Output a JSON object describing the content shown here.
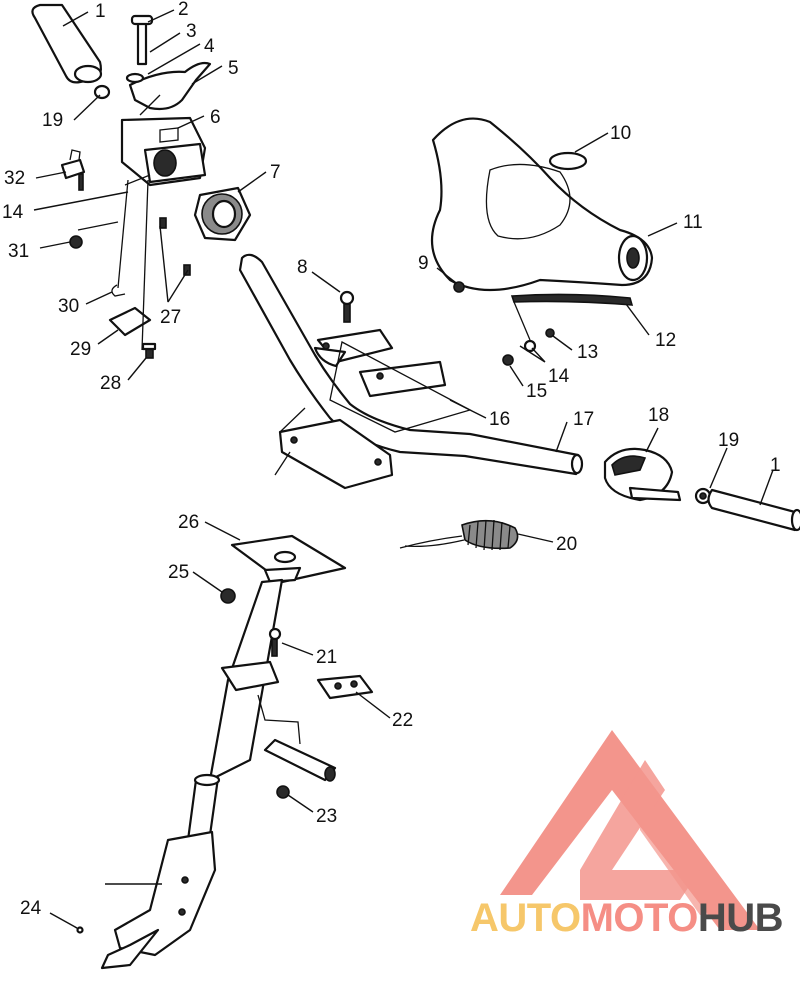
{
  "diagram": {
    "callouts": [
      "1",
      "2",
      "3",
      "4",
      "5",
      "19",
      "6",
      "32",
      "14",
      "7",
      "31",
      "30",
      "27",
      "29",
      "28",
      "8",
      "9",
      "10",
      "11",
      "12",
      "13",
      "14",
      "15",
      "16",
      "17",
      "18",
      "19",
      "1",
      "26",
      "25",
      "20",
      "21",
      "22",
      "23",
      "24"
    ]
  },
  "watermark": {
    "part1": "AUTO",
    "part2": "MOTO",
    "part3": "HUB",
    "colors": {
      "auto": "#f6c76a",
      "moto": "#f58e85",
      "hub": "#4a4a4a",
      "triangle": "#f28a80"
    }
  }
}
